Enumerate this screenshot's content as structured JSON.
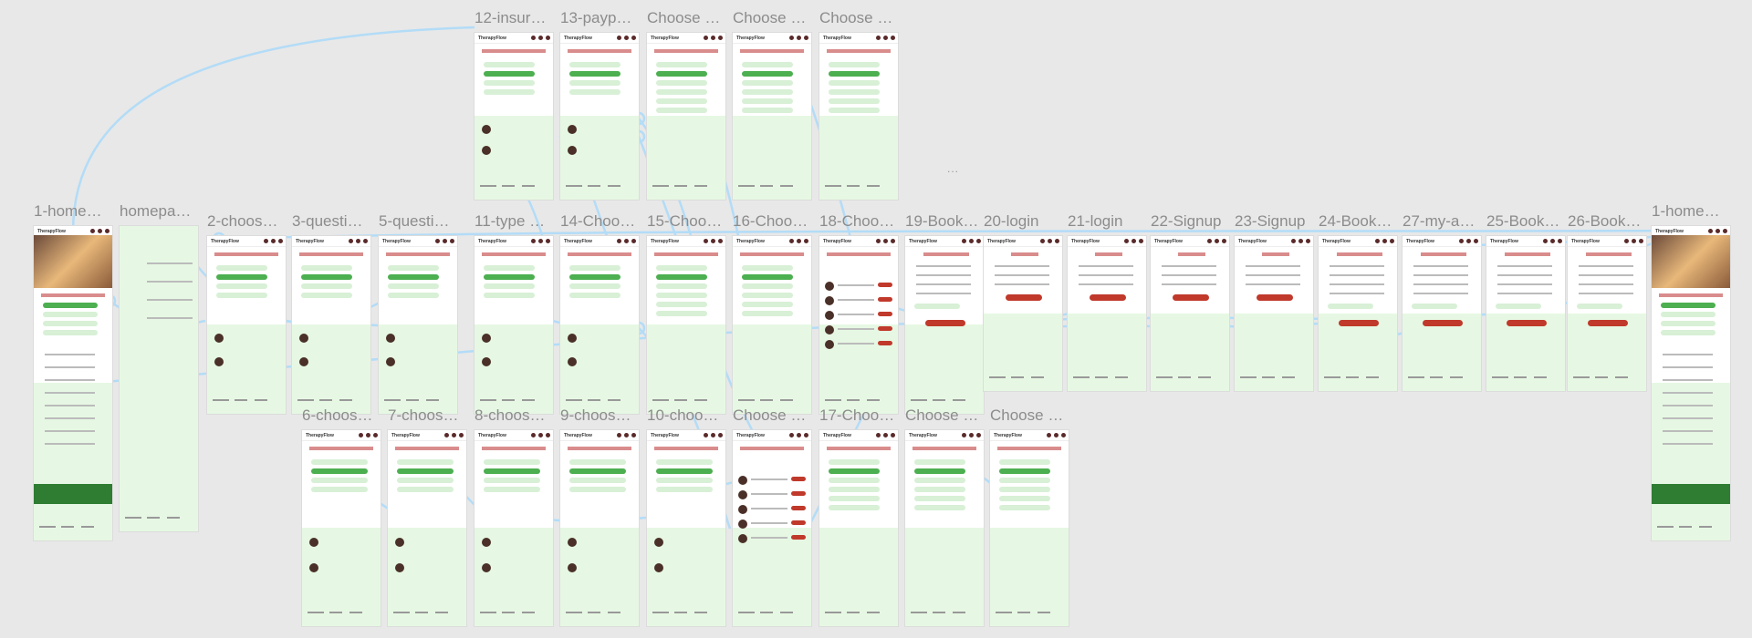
{
  "canvas": {
    "background": "#e8e8e8",
    "wire_color": "#b3dcf7",
    "accent": "#c0392b",
    "green": "#4caf50"
  },
  "frames": [
    {
      "label": "12-insur…",
      "variant": "form"
    },
    {
      "label": "13-payp…",
      "variant": "form"
    },
    {
      "label": "Choose …",
      "variant": "filter"
    },
    {
      "label": "Choose …",
      "variant": "filter"
    },
    {
      "label": "Choose …",
      "variant": "filter"
    },
    {
      "label": "1-home…",
      "variant": "home"
    },
    {
      "label": "homepa…",
      "variant": "menu"
    },
    {
      "label": "2-choos…",
      "variant": "choose"
    },
    {
      "label": "3-questi…",
      "variant": "question"
    },
    {
      "label": "5-questi…",
      "variant": "question"
    },
    {
      "label": "11-type …",
      "variant": "form"
    },
    {
      "label": "14-Choo…",
      "variant": "form"
    },
    {
      "label": "15-Choo…",
      "variant": "filter"
    },
    {
      "label": "16-Choo…",
      "variant": "filter"
    },
    {
      "label": "18-Choo…",
      "variant": "list"
    },
    {
      "label": "19-Book…",
      "variant": "booking"
    },
    {
      "label": "20-login",
      "variant": "login"
    },
    {
      "label": "21-login",
      "variant": "login"
    },
    {
      "label": "22-Signup",
      "variant": "login"
    },
    {
      "label": "23-Signup",
      "variant": "login"
    },
    {
      "label": "24-Book…",
      "variant": "booking"
    },
    {
      "label": "27-my-a…",
      "variant": "booking"
    },
    {
      "label": "25-Book…",
      "variant": "booking"
    },
    {
      "label": "26-Book…",
      "variant": "booking"
    },
    {
      "label": "1-home…",
      "variant": "home"
    },
    {
      "label": "6-choos…",
      "variant": "country"
    },
    {
      "label": "7-choos…",
      "variant": "country"
    },
    {
      "label": "8-choos…",
      "variant": "country"
    },
    {
      "label": "9-choos…",
      "variant": "country"
    },
    {
      "label": "10-choo…",
      "variant": "country"
    },
    {
      "label": "Choose …",
      "variant": "list"
    },
    {
      "label": "17-Choo…",
      "variant": "filter"
    },
    {
      "label": "Choose …",
      "variant": "filter"
    },
    {
      "label": "Choose …",
      "variant": "filter"
    }
  ],
  "ellipsis": "..."
}
